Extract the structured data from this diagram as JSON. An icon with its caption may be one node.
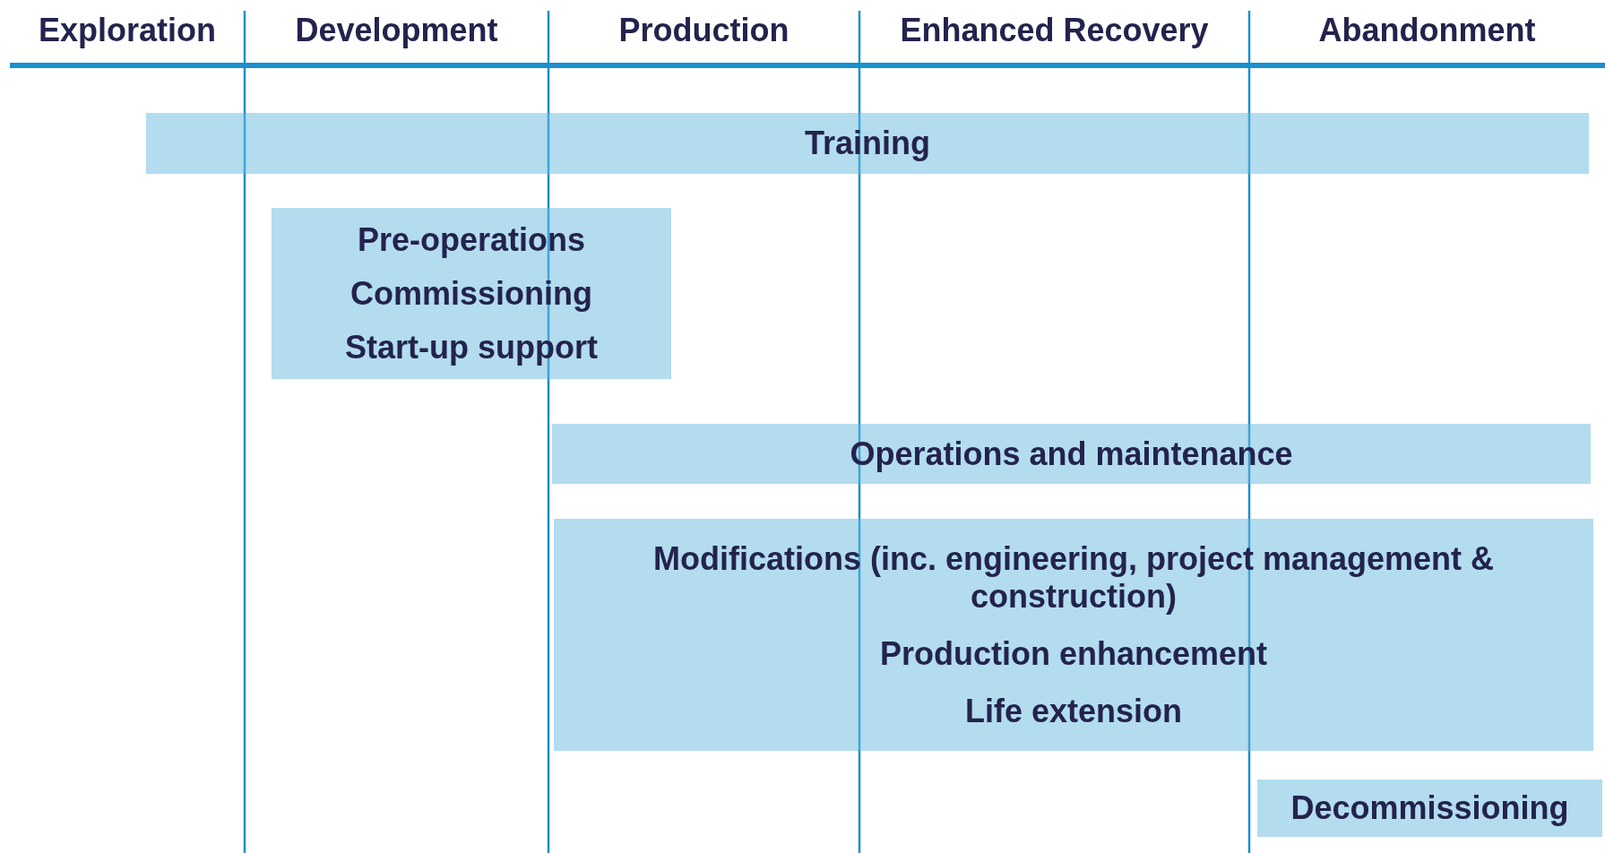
{
  "diagram": {
    "nodes": [
      {
        "text": [
          "Training"
        ]
      },
      {
        "text": [
          "Pre-operations",
          "Commissioning",
          "Start-up support"
        ]
      },
      {
        "text": [
          "Operations and maintenance"
        ]
      },
      {
        "text": [
          "Modifications (inc. engineering, project management & construction)",
          "Production enhancement",
          "Life extension"
        ]
      },
      {
        "text": [
          "Decommissioning"
        ]
      }
    ],
    "labels": [
      "Exploration",
      "Development",
      "Production",
      "Enhanced Recovery",
      "Abandonment"
    ]
  }
}
